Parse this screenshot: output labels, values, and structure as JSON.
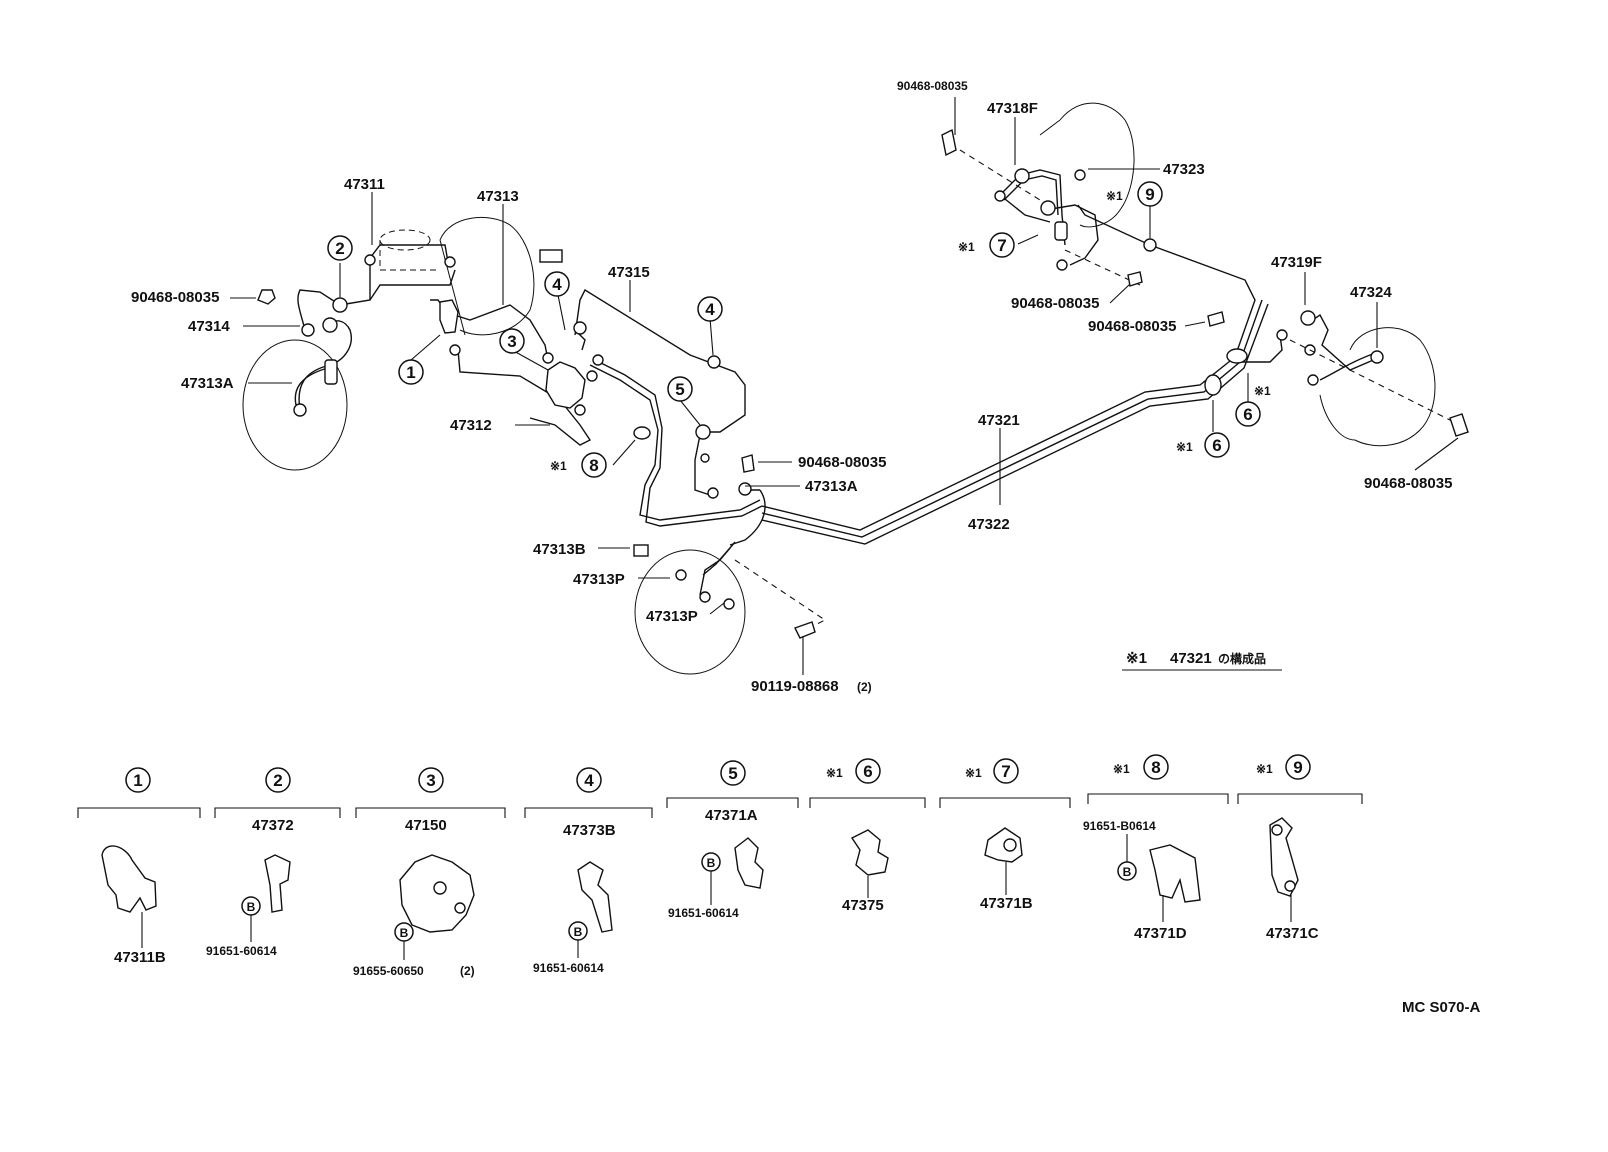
{
  "labels": {
    "p47311": "47311",
    "p47313": "47313",
    "p47315": "47315",
    "p90468_a": "90468-08035",
    "p47314": "47314",
    "p47313A_left": "47313A",
    "p47312": "47312",
    "p47313A_mid": "47313A",
    "p90468_b": "90468-08035",
    "p47313B": "47313B",
    "p47313P_1": "47313P",
    "p47313P_2": "47313P",
    "p90119": "90119-08868",
    "p90119_qty": "(2)",
    "p47321": "47321",
    "p47322": "47322",
    "p90468_c": "90468-08035",
    "p47318F": "47318F",
    "p47323": "47323",
    "p90468_d": "90468-08035",
    "p90468_e": "90468-08035",
    "p47319F": "47319F",
    "p47324": "47324",
    "p90468_f": "90468-08035"
  },
  "callouts": {
    "n1": "1",
    "n2": "2",
    "n3": "3",
    "n4": "4",
    "n5": "5",
    "n6": "6",
    "n7": "7",
    "n8": "8",
    "n9": "9",
    "mark": "※1"
  },
  "note": {
    "mark": "※1",
    "text": "47321",
    "suffix": "の構成品"
  },
  "detail": {
    "g1": {
      "num": "1",
      "part": "47311B"
    },
    "g2": {
      "num": "2",
      "part": "47372",
      "bolt": "91651-60614"
    },
    "g3": {
      "num": "3",
      "part": "47150",
      "bolt": "91655-60650",
      "qty": "(2)"
    },
    "g4": {
      "num": "4",
      "part": "47373B",
      "bolt": "91651-60614"
    },
    "g5": {
      "num": "5",
      "part": "47371A",
      "bolt": "91651-60614"
    },
    "g6": {
      "num": "6",
      "part": "47375"
    },
    "g7": {
      "num": "7",
      "part": "47371B"
    },
    "g8": {
      "num": "8",
      "part": "47371D",
      "bolt": "91651-B0614"
    },
    "g9": {
      "num": "9",
      "part": "47371C"
    },
    "b_mark": "B"
  },
  "figure_code": "MC S070-A"
}
